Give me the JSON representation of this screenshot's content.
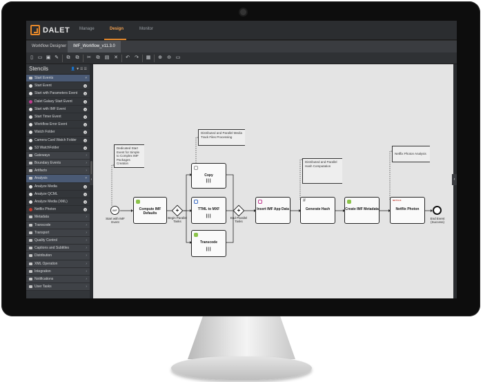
{
  "app": {
    "logo_text": "DALET",
    "nav": [
      "Manage",
      "Design",
      "Monitor"
    ],
    "active_nav": "Design",
    "tabs": [
      "Workflow Designer",
      "IMF_Workflow_v11.3.0"
    ],
    "accent_color": "#e8892a"
  },
  "toolbar_icons": [
    "new-icon",
    "open-icon",
    "save-icon",
    "edit-icon",
    "copy-page-icon",
    "paste-page-icon",
    "cut-icon",
    "copy-icon",
    "paste-icon",
    "delete-icon",
    "undo-icon",
    "redo-icon",
    "properties-icon",
    "zoom-in-icon",
    "zoom-out-icon",
    "fit-screen-icon"
  ],
  "sidebar": {
    "title": "Stencils",
    "items": [
      {
        "label": "Start Events",
        "kind": "cat-open"
      },
      {
        "label": "Start Event",
        "kind": "item"
      },
      {
        "label": "Start with Parameters Event",
        "kind": "item"
      },
      {
        "label": "Dalet Galaxy Start Event",
        "kind": "item",
        "color": "#c03a8e"
      },
      {
        "label": "Start with IMF Event",
        "kind": "item"
      },
      {
        "label": "Start Timer Event",
        "kind": "item"
      },
      {
        "label": "Workflow Error Event",
        "kind": "item"
      },
      {
        "label": "Watch Folder",
        "kind": "item"
      },
      {
        "label": "Camera Card Watch Folder",
        "kind": "item"
      },
      {
        "label": "S3 WatchFolder",
        "kind": "item"
      },
      {
        "label": "Gateways",
        "kind": "cat"
      },
      {
        "label": "Boundary Events",
        "kind": "cat"
      },
      {
        "label": "Artifacts",
        "kind": "cat"
      },
      {
        "label": "Analysis",
        "kind": "cat-open"
      },
      {
        "label": "Analyze Media",
        "kind": "item"
      },
      {
        "label": "Analyze QCML",
        "kind": "item"
      },
      {
        "label": "Analyze Media (XML)",
        "kind": "item"
      },
      {
        "label": "Netflix Photon",
        "kind": "item",
        "color": "#c0392b"
      },
      {
        "label": "Metadata",
        "kind": "cat"
      },
      {
        "label": "Transcode",
        "kind": "cat"
      },
      {
        "label": "Transport",
        "kind": "cat"
      },
      {
        "label": "Quality Control",
        "kind": "cat"
      },
      {
        "label": "Captions and Subtitles",
        "kind": "cat"
      },
      {
        "label": "Distribution",
        "kind": "cat"
      },
      {
        "label": "XML Operation",
        "kind": "cat"
      },
      {
        "label": "Integration",
        "kind": "cat"
      },
      {
        "label": "Notifications",
        "kind": "cat"
      },
      {
        "label": "User Tasks",
        "kind": "cat"
      }
    ]
  },
  "diagram": {
    "start_event": {
      "label": "Start with IMF Event",
      "badge": "IMF"
    },
    "notes": [
      "Dedicated Start Event for Simple to Complex IMF Packages Creation",
      "Distributed and Parallel Media Track Files Processing",
      "Distributed and Parallel Hash Computation",
      "Netflix Photon Analysis"
    ],
    "tasks": {
      "compute": "Compute IMF Defaults",
      "copy": "Copy",
      "ttml": "TTML to MXF",
      "transcode": "Transcode",
      "insert": "Insert IMF App Data",
      "hash": "Generate Hash",
      "create": "Create IMF Metadata",
      "photon": "Netflix Photon"
    },
    "begin_gateway": "Begin Parallel Tasks",
    "end_gateway": "End Parallel Tasks",
    "end_event": "End Event (Success)",
    "multi_marker": "|||",
    "hash_glyph": "#",
    "photon_badge": "NETFLIX"
  }
}
